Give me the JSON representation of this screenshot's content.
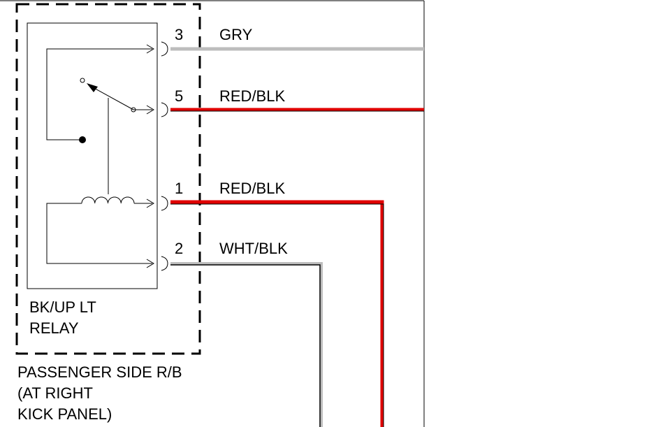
{
  "diagram": {
    "relay": {
      "label_line1": "BK/UP LT",
      "label_line2": "RELAY"
    },
    "location": {
      "line1": "PASSENGER SIDE R/B",
      "line2": "(AT RIGHT",
      "line3": "KICK PANEL)"
    },
    "pins": [
      {
        "number": "3",
        "wire_color": "GRY"
      },
      {
        "number": "5",
        "wire_color": "RED/BLK"
      },
      {
        "number": "1",
        "wire_color": "RED/BLK"
      },
      {
        "number": "2",
        "wire_color": "WHT/BLK"
      }
    ],
    "colors": {
      "red_wire": "#e00000",
      "gray_wire": "#bdbdbd",
      "black_wire": "#000000"
    }
  }
}
